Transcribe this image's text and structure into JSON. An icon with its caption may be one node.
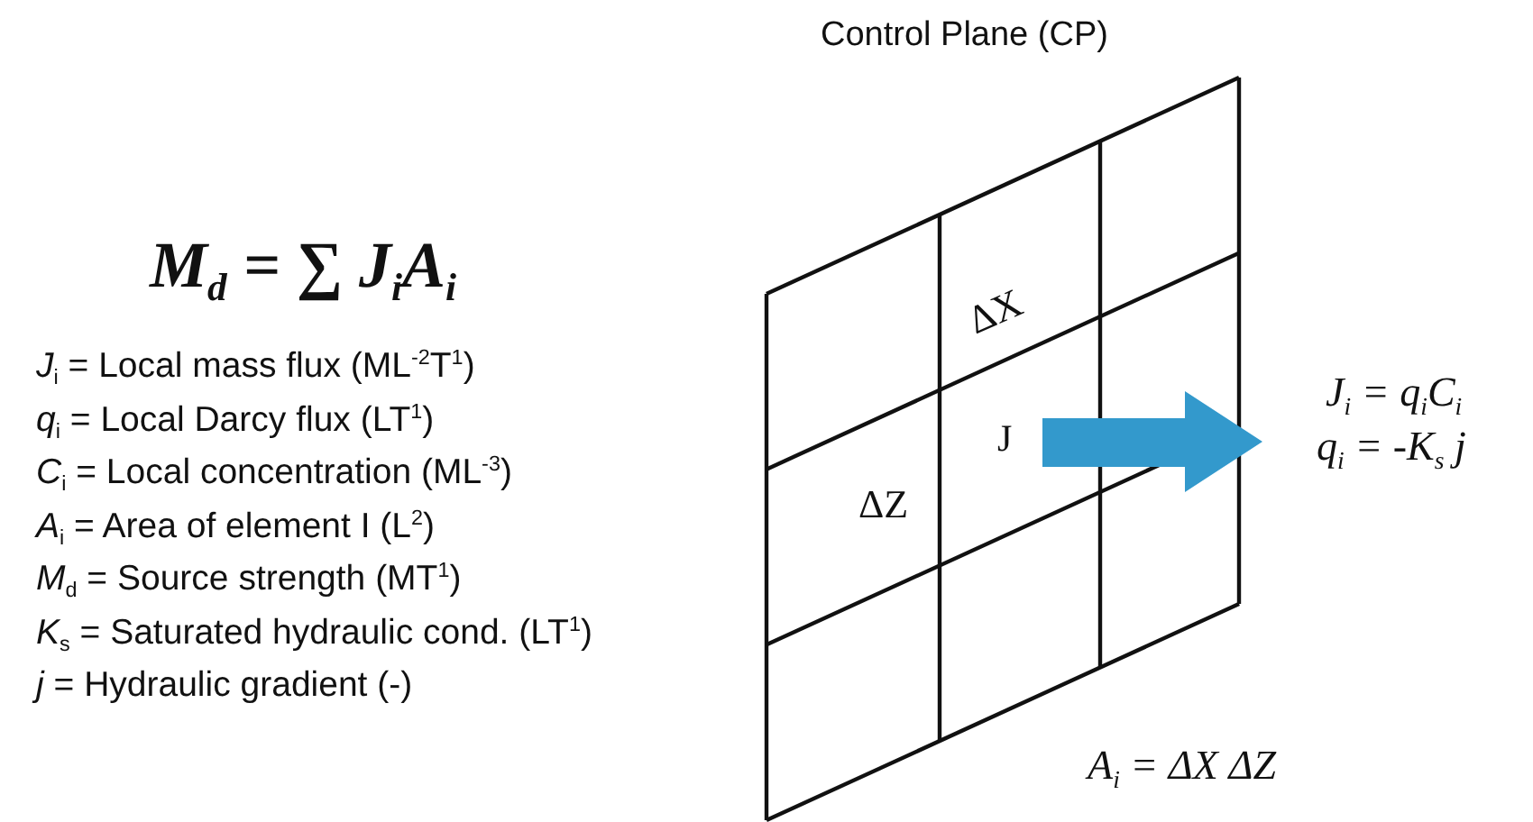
{
  "diagram": {
    "labels": [
      "Control Plane (CP)",
      "*M*$_{d}$ = ∑ *J*$_{i}$*A*$_{i}$",
      "*J*$_{i}$ = Local mass flux (ML$^{-2}$T$^{1}$)",
      "*q*$_{i}$ = Local Darcy flux (LT$^{1}$)",
      "*C*$_{i}$ = Local concentration (ML$^{-3}$)",
      "*A*$_{i}$ = Area of element I (L$^{2}$)",
      "*M*$_{d}$ = Source strength (MT$^{1}$)",
      "*K*$_{s}$ = Saturated hydraulic cond. (LT$^{1}$)",
      "*j* = Hydraulic gradient (-)",
      "ΔX",
      "J",
      "ΔZ",
      "J$_{i}$ = q$_{i}$C$_{i}$",
      "q$_{i}$ = -K$_{s}$ j",
      "A$_{i}$ = ΔX ΔZ"
    ]
  }
}
